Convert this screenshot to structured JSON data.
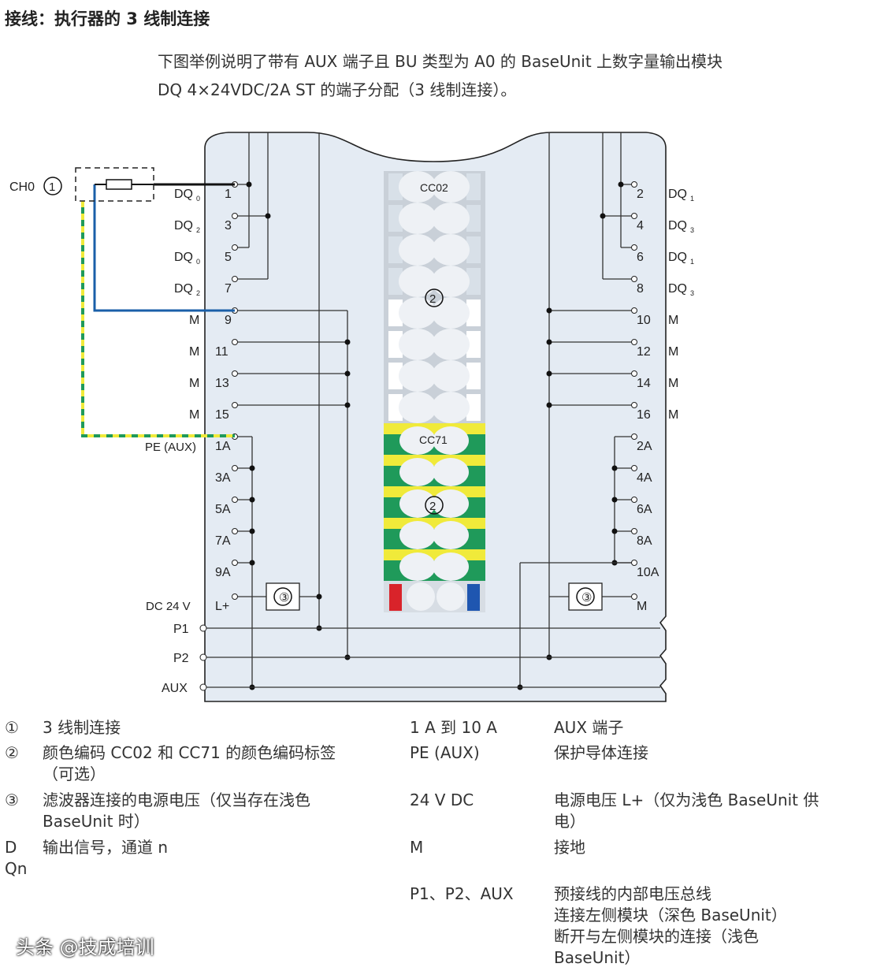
{
  "heading": "接线：执行器的 3 线制连接",
  "intro": [
    "下图举例说明了带有 AUX 端子且 BU 类型为 A0 的 BaseUnit 上数字量输出模块",
    "DQ 4×24VDC/2A ST 的端子分配（3 线制连接）。"
  ],
  "diagram": {
    "ch0": "CH0",
    "ch0_callout": "①",
    "left_terminals": [
      {
        "num": "1",
        "label": "DQ",
        "sub": "0"
      },
      {
        "num": "3",
        "label": "DQ",
        "sub": "2"
      },
      {
        "num": "5",
        "label": "DQ",
        "sub": "0"
      },
      {
        "num": "7",
        "label": "DQ",
        "sub": "2"
      },
      {
        "num": "9",
        "label": "M",
        "sub": ""
      },
      {
        "num": "11",
        "label": "M",
        "sub": ""
      },
      {
        "num": "13",
        "label": "M",
        "sub": ""
      },
      {
        "num": "15",
        "label": "M",
        "sub": ""
      },
      {
        "num": "1A",
        "label": "PE (AUX)",
        "sub": ""
      },
      {
        "num": "3A",
        "label": "",
        "sub": ""
      },
      {
        "num": "5A",
        "label": "",
        "sub": ""
      },
      {
        "num": "7A",
        "label": "",
        "sub": ""
      },
      {
        "num": "9A",
        "label": "",
        "sub": ""
      },
      {
        "num": "L+",
        "label": "DC 24 V",
        "sub": ""
      }
    ],
    "right_terminals": [
      {
        "num": "2",
        "label": "DQ",
        "sub": "1"
      },
      {
        "num": "4",
        "label": "DQ",
        "sub": "3"
      },
      {
        "num": "6",
        "label": "DQ",
        "sub": "1"
      },
      {
        "num": "8",
        "label": "DQ",
        "sub": "3"
      },
      {
        "num": "10",
        "label": "M",
        "sub": ""
      },
      {
        "num": "12",
        "label": "M",
        "sub": ""
      },
      {
        "num": "14",
        "label": "M",
        "sub": ""
      },
      {
        "num": "16",
        "label": "M",
        "sub": ""
      },
      {
        "num": "2A",
        "label": "",
        "sub": ""
      },
      {
        "num": "4A",
        "label": "",
        "sub": ""
      },
      {
        "num": "6A",
        "label": "",
        "sub": ""
      },
      {
        "num": "8A",
        "label": "",
        "sub": ""
      },
      {
        "num": "10A",
        "label": "",
        "sub": ""
      },
      {
        "num": "M",
        "label": "",
        "sub": ""
      }
    ],
    "buses": [
      "P1",
      "P2",
      "AUX"
    ],
    "cc02": "CC02",
    "cc71": "CC71",
    "callout2": "②",
    "callout3": "③",
    "colors": {
      "body": "#e4ebf3",
      "green": "#1f9a5a",
      "yellow": "#f0ea3a",
      "blue_wire": "#1a5fa8",
      "red": "#d9232a",
      "blue": "#1f56b0"
    }
  },
  "legend_left": [
    {
      "key": "①",
      "text": "3 线制连接"
    },
    {
      "key": "②",
      "text": "颜色编码 CC02 和 CC71 的颜色编码标签\n（可选）"
    },
    {
      "key": "③",
      "text": "滤波器连接的电源电压（仅当存在浅色\nBaseUnit 时）"
    },
    {
      "key": "D\nQn",
      "text": "输出信号，通道 n"
    }
  ],
  "legend_right": [
    {
      "key": "1 A 到 10 A",
      "text": "AUX 端子"
    },
    {
      "key": "PE (AUX)",
      "text": "保护导体连接"
    },
    {
      "key": "24 V DC",
      "text": "电源电压 L+（仅为浅色 BaseUnit 供\n电）"
    },
    {
      "key": "M",
      "text": "接地"
    },
    {
      "key": "P1、P2、AUX",
      "text": "预接线的内部电压总线\n连接左侧模块（深色 BaseUnit）\n断开与左侧模块的连接（浅色\nBaseUnit）"
    }
  ],
  "watermark": "头条 @技成培训"
}
